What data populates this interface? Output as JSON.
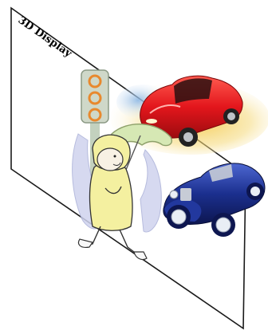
{
  "figure": {
    "panel_label": "3D Display"
  },
  "objects": {
    "traffic_light": {
      "lamps": [
        "orange",
        "orange",
        "orange"
      ],
      "colors": {
        "lamp": "#e8892e",
        "housing": "#cfd8c9",
        "pole": "#a9bda3"
      }
    },
    "person": {
      "colors": {
        "coat": "#f4f0a0",
        "umbrella": "#d6e8b4",
        "aura": "#cfd3ee",
        "skin": "#f8f1e4"
      }
    },
    "red_car": {
      "colors": {
        "body": "#e3161c",
        "shadow": "#f2c03a",
        "glow": "#6aa0d8"
      }
    },
    "blue_car": {
      "colors": {
        "body": "#1b2f8e",
        "wheel": "#e9eef5",
        "chrome": "#c7ccd6"
      }
    }
  }
}
